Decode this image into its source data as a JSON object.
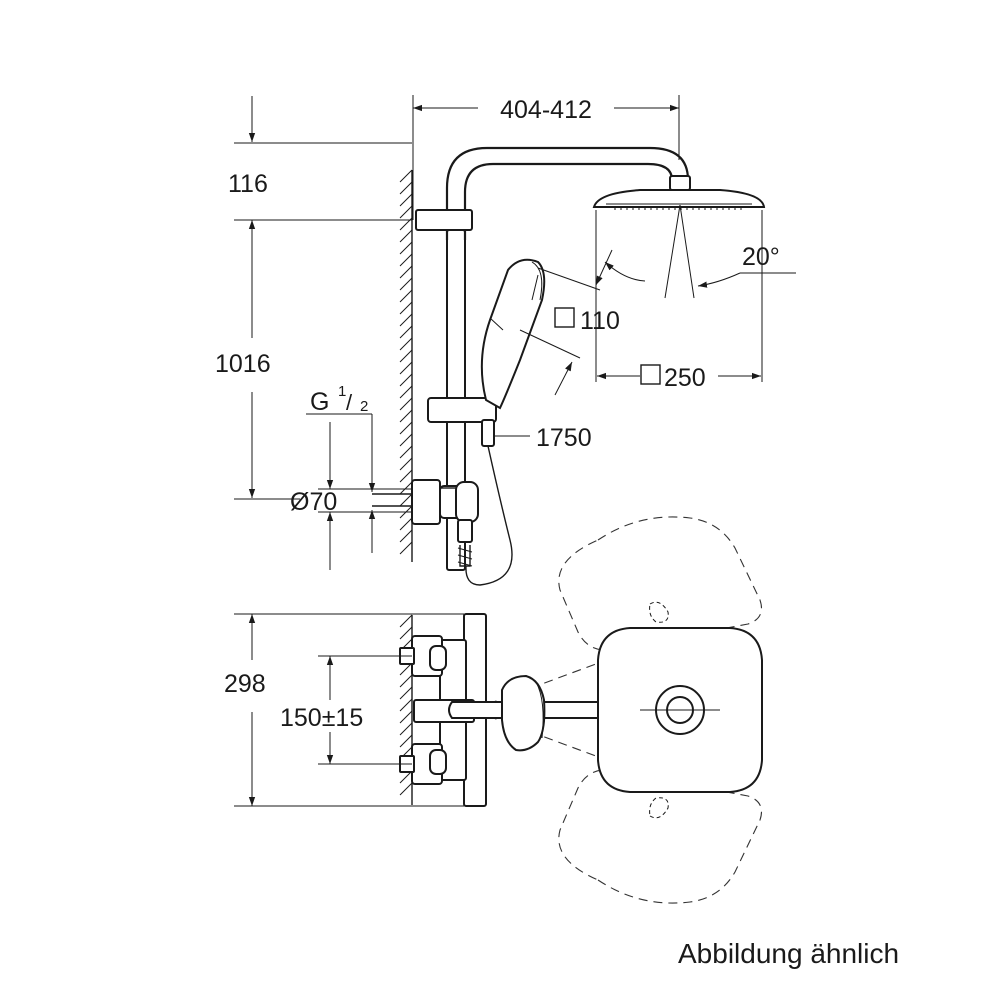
{
  "dimensions": {
    "width_range": "404-412",
    "top_offset": "116",
    "height": "1016",
    "connection_label": "G",
    "connection_sup": "1",
    "connection_sub": "2",
    "diameter": "Ø70",
    "tilt_angle": "20°",
    "hand_shower_size": "110",
    "head_shower_size": "250",
    "hose_length": "1750",
    "plan_depth": "298",
    "inlet_spacing": "150±15"
  },
  "caption": "Abbildung ähnlich"
}
